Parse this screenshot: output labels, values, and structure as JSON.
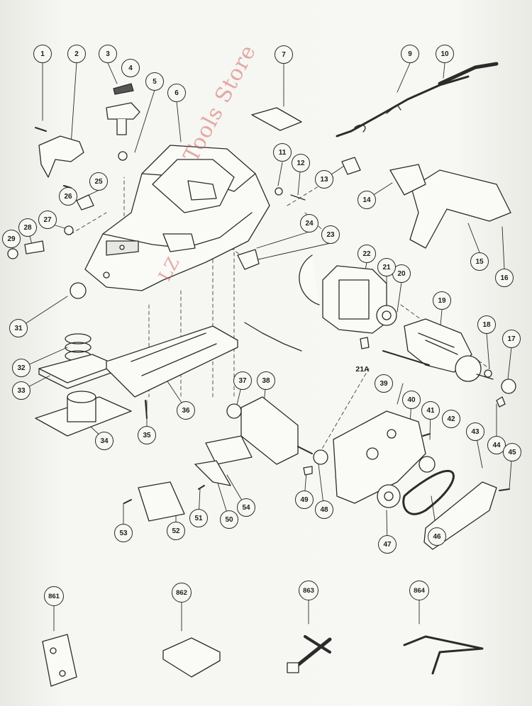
{
  "watermark": {
    "line1": "Tools Store",
    "line2": "LZ"
  },
  "callouts": [
    {
      "id": "c1",
      "label": "1"
    },
    {
      "id": "c2",
      "label": "2"
    },
    {
      "id": "c3",
      "label": "3"
    },
    {
      "id": "c4",
      "label": "4"
    },
    {
      "id": "c5",
      "label": "5"
    },
    {
      "id": "c6",
      "label": "6"
    },
    {
      "id": "c7",
      "label": "7"
    },
    {
      "id": "c9",
      "label": "9"
    },
    {
      "id": "c10",
      "label": "10"
    },
    {
      "id": "c11",
      "label": "11"
    },
    {
      "id": "c12",
      "label": "12"
    },
    {
      "id": "c13",
      "label": "13"
    },
    {
      "id": "c14",
      "label": "14"
    },
    {
      "id": "c15",
      "label": "15"
    },
    {
      "id": "c16",
      "label": "16"
    },
    {
      "id": "c17",
      "label": "17"
    },
    {
      "id": "c18",
      "label": "18"
    },
    {
      "id": "c19",
      "label": "19"
    },
    {
      "id": "c20",
      "label": "20"
    },
    {
      "id": "c21",
      "label": "21"
    },
    {
      "id": "c22",
      "label": "22"
    },
    {
      "id": "c23",
      "label": "23"
    },
    {
      "id": "c24",
      "label": "24"
    },
    {
      "id": "c25",
      "label": "25"
    },
    {
      "id": "c26",
      "label": "26"
    },
    {
      "id": "c27",
      "label": "27"
    },
    {
      "id": "c28",
      "label": "28"
    },
    {
      "id": "c29",
      "label": "29"
    },
    {
      "id": "c31",
      "label": "31"
    },
    {
      "id": "c32",
      "label": "32"
    },
    {
      "id": "c33",
      "label": "33"
    },
    {
      "id": "c34",
      "label": "34"
    },
    {
      "id": "c35",
      "label": "35"
    },
    {
      "id": "c36",
      "label": "36"
    },
    {
      "id": "c37",
      "label": "37"
    },
    {
      "id": "c38",
      "label": "38"
    },
    {
      "id": "c39",
      "label": "39"
    },
    {
      "id": "c40",
      "label": "40"
    },
    {
      "id": "c41",
      "label": "41"
    },
    {
      "id": "c42",
      "label": "42"
    },
    {
      "id": "c43",
      "label": "43"
    },
    {
      "id": "c44",
      "label": "44"
    },
    {
      "id": "c45",
      "label": "45"
    },
    {
      "id": "c46",
      "label": "46"
    },
    {
      "id": "c47",
      "label": "47"
    },
    {
      "id": "c48",
      "label": "48"
    },
    {
      "id": "c49",
      "label": "49"
    },
    {
      "id": "c50",
      "label": "50"
    },
    {
      "id": "c51",
      "label": "51"
    },
    {
      "id": "c52",
      "label": "52"
    },
    {
      "id": "c53",
      "label": "53"
    },
    {
      "id": "c54",
      "label": "54"
    },
    {
      "id": "c861",
      "label": "861"
    },
    {
      "id": "c862",
      "label": "862"
    },
    {
      "id": "c863",
      "label": "863"
    },
    {
      "id": "c864",
      "label": "864"
    }
  ],
  "plain_labels": [
    {
      "id": "p21a",
      "label": "21A"
    }
  ]
}
